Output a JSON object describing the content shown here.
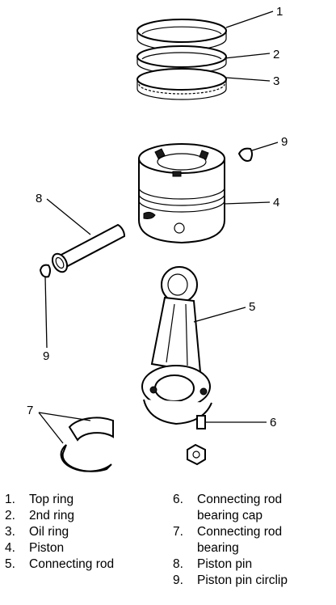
{
  "callouts": {
    "c1": "1",
    "c2": "2",
    "c3": "3",
    "c4": "4",
    "c5": "5",
    "c6": "6",
    "c7": "7",
    "c8": "8",
    "c9a": "9",
    "c9b": "9"
  },
  "legend": {
    "left": [
      {
        "num": "1.",
        "lines": [
          "Top ring"
        ]
      },
      {
        "num": "2.",
        "lines": [
          "2nd ring"
        ]
      },
      {
        "num": "3.",
        "lines": [
          "Oil ring"
        ]
      },
      {
        "num": "4.",
        "lines": [
          "Piston"
        ]
      },
      {
        "num": "5.",
        "lines": [
          "Connecting rod"
        ]
      }
    ],
    "right": [
      {
        "num": "6.",
        "lines": [
          "Connecting rod",
          "bearing cap"
        ]
      },
      {
        "num": "7.",
        "lines": [
          "Connecting rod",
          "bearing"
        ]
      },
      {
        "num": "8.",
        "lines": [
          "Piston pin"
        ]
      },
      {
        "num": "9.",
        "lines": [
          "Piston pin circlip"
        ]
      }
    ]
  }
}
